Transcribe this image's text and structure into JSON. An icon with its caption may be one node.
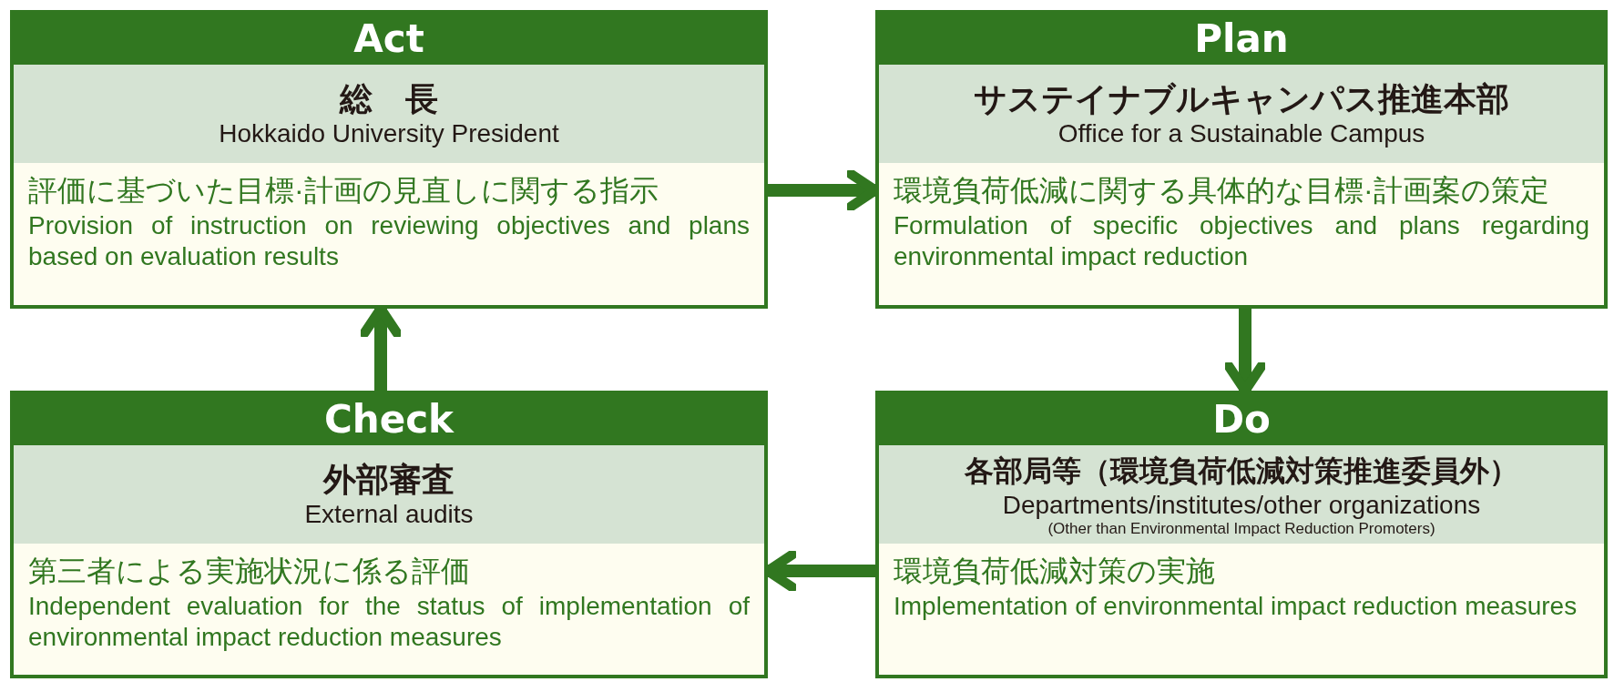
{
  "diagram": {
    "nodes": [
      {
        "text": [
          "Act",
          "総　長",
          "Hokkaido University President",
          "評価に基づいた目標·計画の見直しに関する指示",
          "Provision of instruction on reviewing objectives and plans based on evaluation results"
        ]
      },
      {
        "text": [
          "Plan",
          "サステイナブルキャンパス推進本部",
          "Office for a Sustainable Campus",
          "環境負荷低減に関する具体的な目標·計画案の策定",
          "Formulation of specific objectives and plans regarding environmental impact reduction"
        ]
      },
      {
        "text": [
          "Check",
          "外部審査",
          "External audits",
          "第三者による実施状況に係る評価",
          "Independent evaluation for the status of implementation of environmental impact reduction measures"
        ]
      },
      {
        "text": [
          "Do",
          "各部局等（環境負荷低減対策推進委員外）",
          "Departments/institutes/other organizations",
          "(Other than Environmental Impact Reduction Promoters)",
          "環境負荷低減対策の実施",
          "Implementation of environmental impact reduction measures"
        ]
      }
    ],
    "edges": [
      {
        "from": 0,
        "to": 1,
        "arrow": "to"
      },
      {
        "from": 1,
        "to": 3,
        "arrow": "to"
      },
      {
        "from": 3,
        "to": 2,
        "arrow": "to"
      },
      {
        "from": 2,
        "to": 0,
        "arrow": "to"
      }
    ]
  }
}
